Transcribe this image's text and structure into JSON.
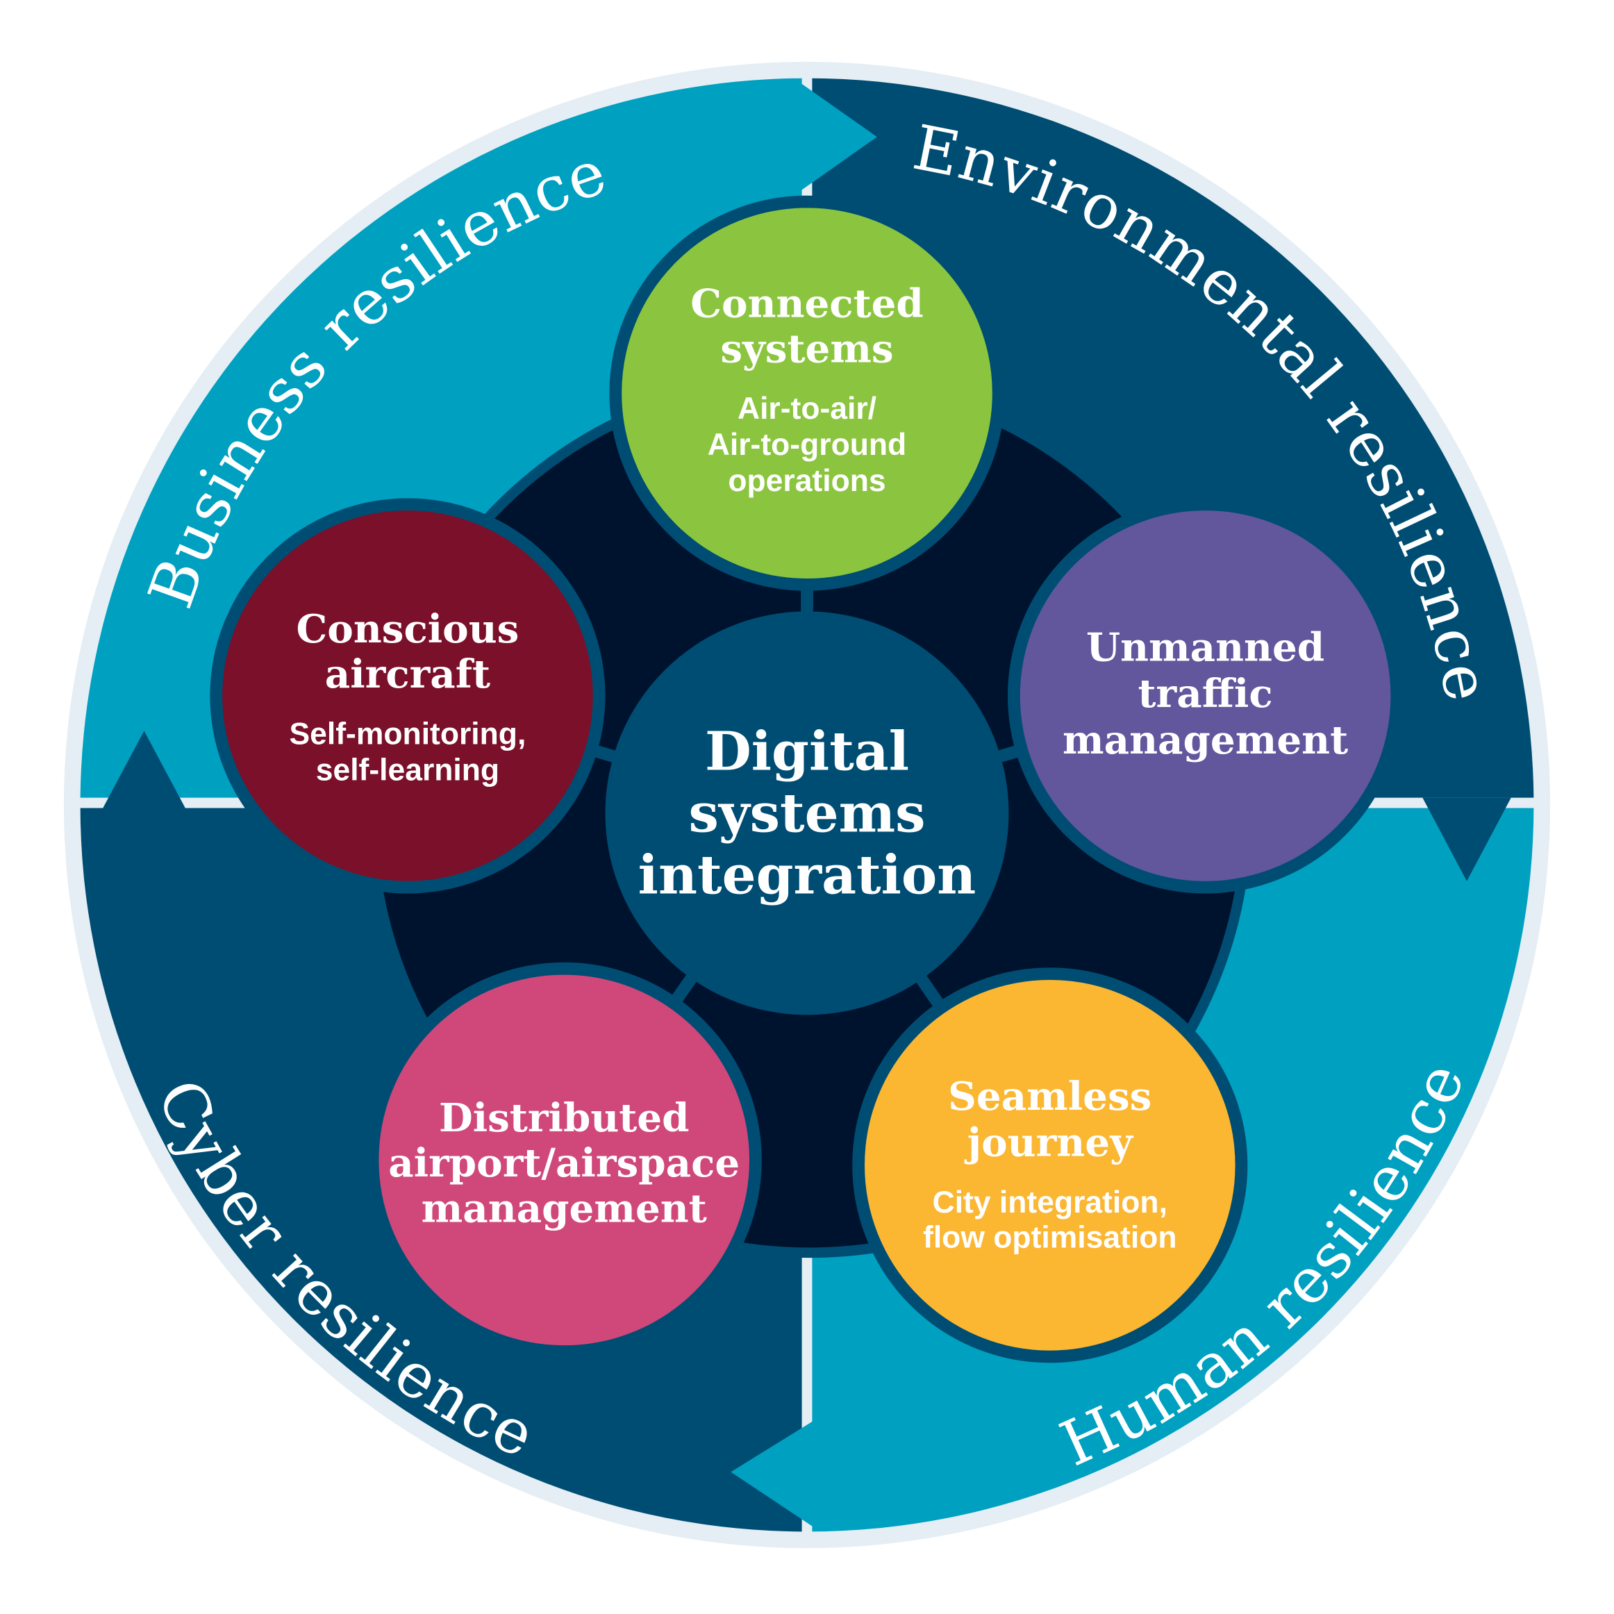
{
  "colors": {
    "ring": "#e4eef4",
    "teal": "#00a0c0",
    "navy": "#004d73",
    "core": "#00132e",
    "green": "#8bc53f",
    "crimson": "#7a1029",
    "purple": "#62569d",
    "pink": "#cf4879",
    "amber": "#fbb632"
  },
  "resilience": {
    "business": "Business resilience",
    "environmental": "Environmental resilience",
    "human": "Human resilience",
    "cyber": "Cyber resilience"
  },
  "center": {
    "lines": [
      "Digital",
      "systems",
      "integration"
    ]
  },
  "nodes": {
    "connected": {
      "title": [
        "Connected",
        "systems"
      ],
      "sub": [
        "Air-to-air/",
        "Air-to-ground",
        "operations"
      ]
    },
    "conscious": {
      "title": [
        "Conscious",
        "aircraft"
      ],
      "sub": [
        "Self-monitoring,",
        "self-learning"
      ]
    },
    "unmanned": {
      "title": [
        "Unmanned",
        "traffic",
        "management"
      ]
    },
    "distributed": {
      "title": [
        "Distributed",
        "airport/airspace",
        "management"
      ]
    },
    "seamless": {
      "title": [
        "Seamless",
        "journey"
      ],
      "sub": [
        "City integration,",
        "flow optimisation"
      ]
    }
  }
}
